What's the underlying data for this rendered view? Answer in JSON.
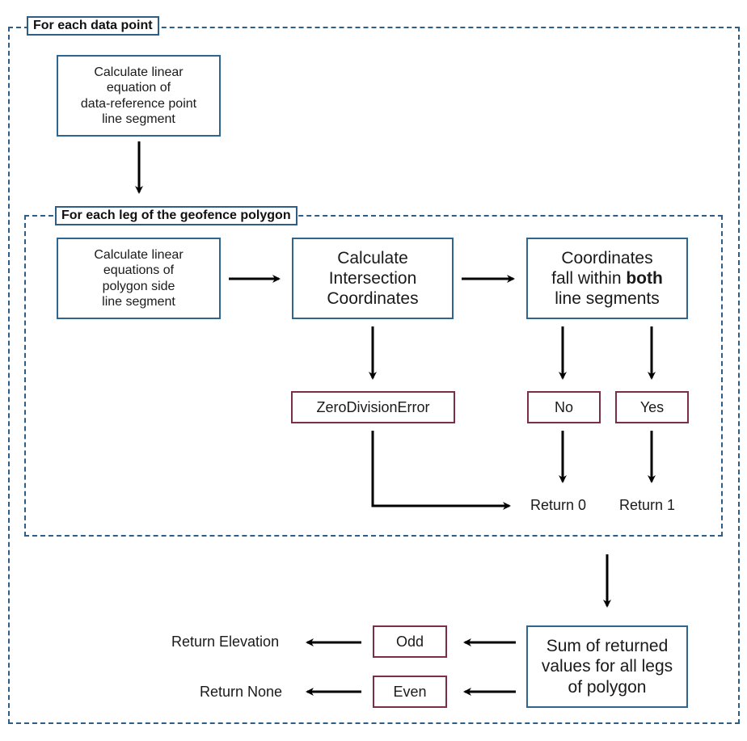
{
  "outer_region": {
    "label": "For each data point"
  },
  "inner_region": {
    "label": "For each leg of the geofence polygon"
  },
  "nodes": {
    "calc_data_ref": "Calculate linear\nequation of\ndata-reference point\nline segment",
    "calc_polygon_side": "Calculate linear\nequations of\npolygon side\nline segment",
    "calc_intersection": "Calculate\nIntersection\nCoordinates",
    "coords_within": {
      "before": "Coordinates\nfall within ",
      "bold": "both",
      "after": "\nline segments"
    },
    "zero_division": "ZeroDivisionError",
    "no": "No",
    "yes": "Yes",
    "return_0": "Return 0",
    "return_1": "Return 1",
    "sum_returned": "Sum of returned\nvalues for all legs\nof polygon",
    "odd": "Odd",
    "even": "Even",
    "return_elevation": "Return Elevation",
    "return_none": "Return None"
  },
  "colors": {
    "process_border": "#2e6690",
    "outcome_border": "#7a2e48",
    "region_border": "#2e5e85",
    "arrow": "#000000"
  }
}
